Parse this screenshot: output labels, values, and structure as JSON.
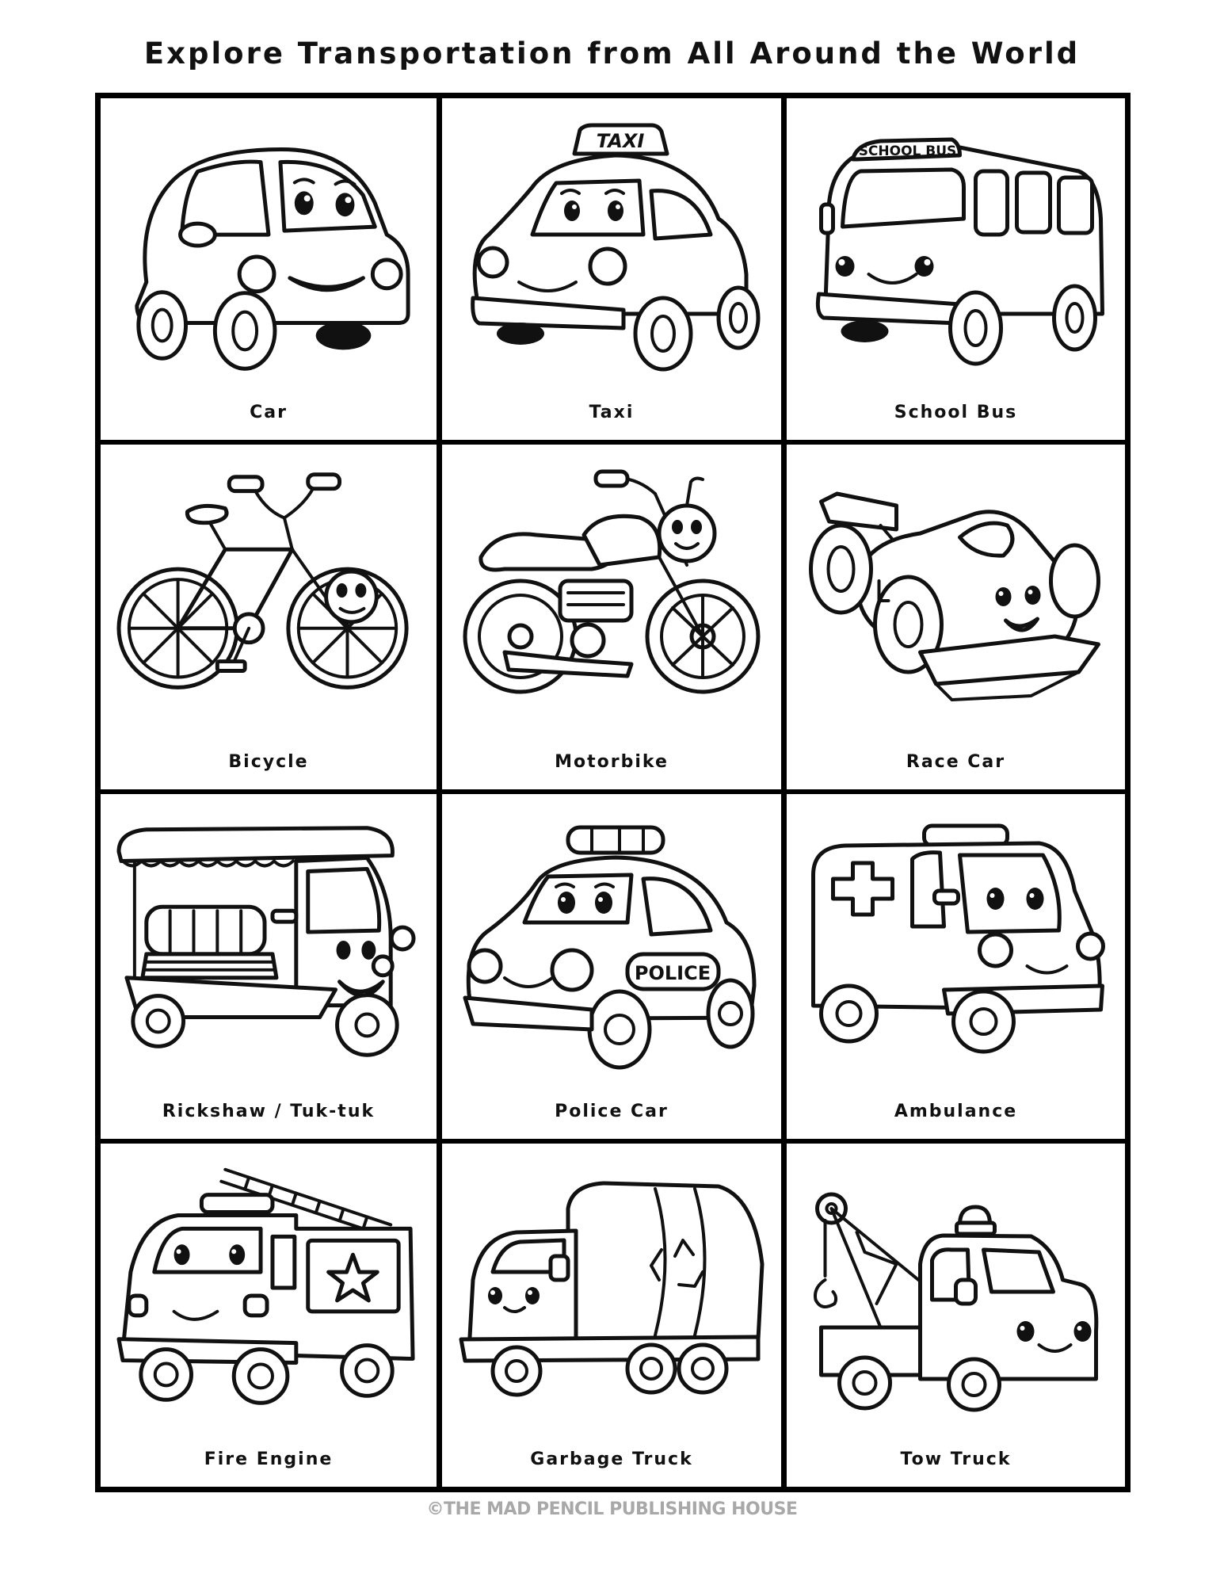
{
  "page": {
    "title": "Explore Transportation from All Around the World",
    "footer": "©THE MAD PENCIL PUBLISHING HOUSE",
    "colors": {
      "ink": "#111111",
      "border": "#000000",
      "footer": "#a8a8a8",
      "background": "#ffffff"
    }
  },
  "cells": [
    {
      "label": "Car",
      "icon": "car-icon"
    },
    {
      "label": "Taxi",
      "icon": "taxi-icon",
      "sign": "TAXI"
    },
    {
      "label": "School Bus",
      "icon": "school-bus-icon",
      "sign": "SCHOOL BUS"
    },
    {
      "label": "Bicycle",
      "icon": "bicycle-icon"
    },
    {
      "label": "Motorbike",
      "icon": "motorbike-icon"
    },
    {
      "label": "Race Car",
      "icon": "race-car-icon"
    },
    {
      "label": "Rickshaw / Tuk-tuk",
      "icon": "rickshaw-icon"
    },
    {
      "label": "Police Car",
      "icon": "police-car-icon",
      "sign": "POLICE"
    },
    {
      "label": "Ambulance",
      "icon": "ambulance-icon"
    },
    {
      "label": "Fire Engine",
      "icon": "fire-engine-icon"
    },
    {
      "label": "Garbage Truck",
      "icon": "garbage-truck-icon"
    },
    {
      "label": "Tow Truck",
      "icon": "tow-truck-icon"
    }
  ]
}
